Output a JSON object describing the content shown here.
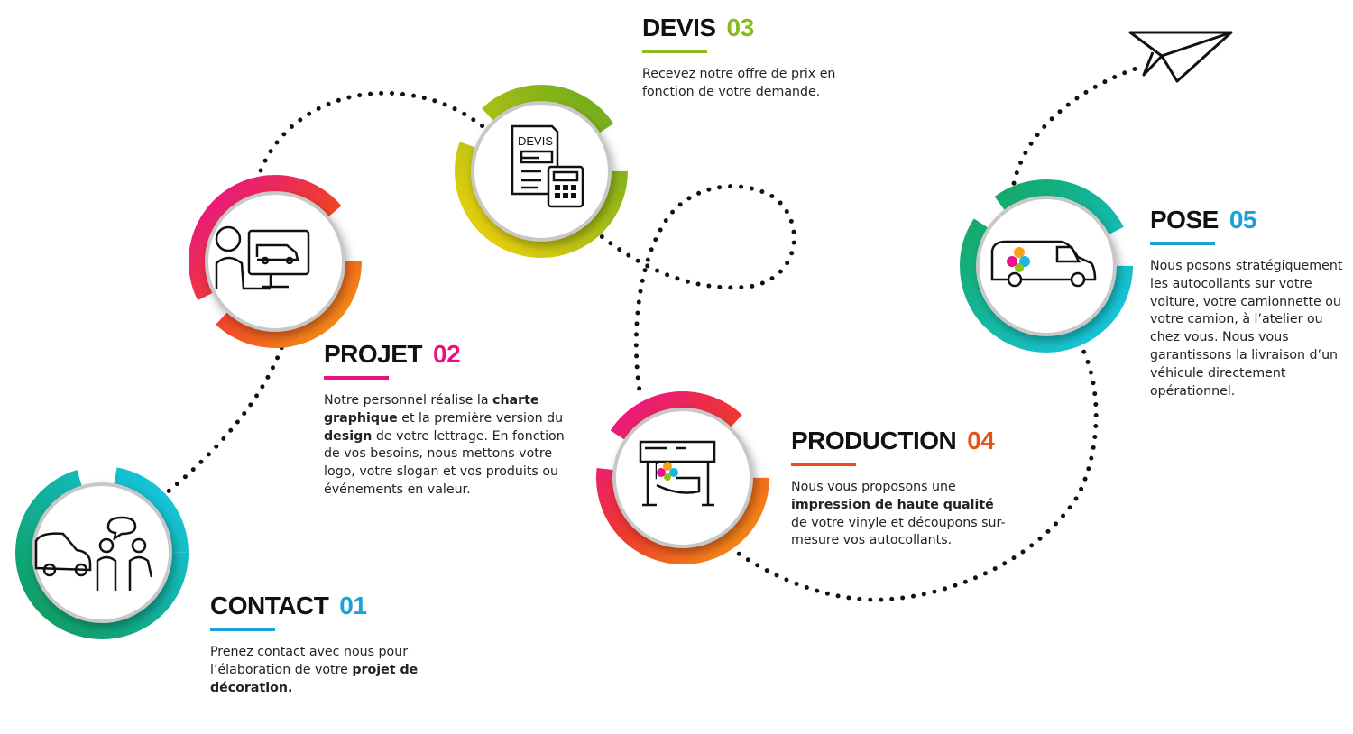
{
  "steps": [
    {
      "id": "contact",
      "title": "CONTACT",
      "number": "01",
      "color": "#1aa2d8",
      "desc": [
        {
          "t": "Prenez contact avec nous pour l’élaboration de votre "
        },
        {
          "t": "projet de décoration.",
          "b": true
        }
      ]
    },
    {
      "id": "projet",
      "title": "PROJET",
      "number": "02",
      "color": "#e8117f",
      "desc": [
        {
          "t": "Notre personnel réalise la "
        },
        {
          "t": "charte graphique",
          "b": true
        },
        {
          "t": " et la première version du "
        },
        {
          "t": "design",
          "b": true
        },
        {
          "t": " de votre lettrage. En fonction de vos besoins, nous mettons votre logo, votre slogan et vos produits ou événements en valeur."
        }
      ]
    },
    {
      "id": "devis",
      "title": "DEVIS",
      "number": "03",
      "color": "#86bc1f",
      "desc": [
        {
          "t": "Recevez notre offre de prix en fonction de votre demande."
        }
      ]
    },
    {
      "id": "production",
      "title": "PRODUCTION",
      "number": "04",
      "color": "#e8501a",
      "desc": [
        {
          "t": "Nous vous proposons une "
        },
        {
          "t": "impression de haute qualité",
          "b": true
        },
        {
          "t": " de votre vinyle et découpons sur-mesure vos autocollants."
        }
      ]
    },
    {
      "id": "pose",
      "title": "POSE",
      "number": "05",
      "color": "#1aa2d8",
      "desc": [
        {
          "t": "Nous posons stratégiquement les autocollants sur votre voiture, votre camionnette ou votre camion, à l’atelier ou chez vous. Nous vous garantissons la livraison d’un véhicule directement opérationnel."
        }
      ]
    }
  ],
  "icons": {
    "devis_label": "DEVIS"
  }
}
